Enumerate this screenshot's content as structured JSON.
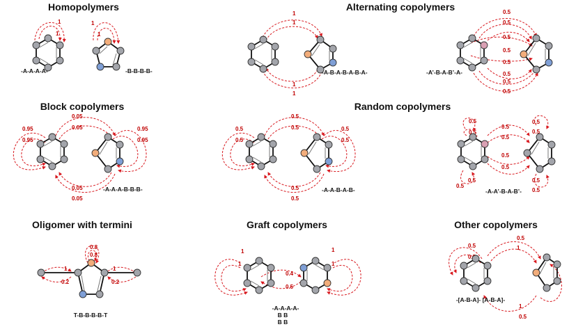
{
  "colors": {
    "atom_a": "#a3a5ab",
    "atom_b": "#f2ad7b",
    "atom_n": "#7f9fd6",
    "edge": "#d8181e",
    "edge_label": "#c00000",
    "bond": "#111111"
  },
  "panels": {
    "homopolymers": {
      "title": "Homopolymers",
      "seq_a": "-A-A-A-A-",
      "seq_b": "-B-B-B-B-",
      "w": [
        "1",
        "1",
        "1",
        "1"
      ]
    },
    "alternating": {
      "title": "Alternating copolymers",
      "seq1": "-A-B-A-B-A-B-A-",
      "seq2": "-A’-B-A-B’-A-",
      "w1": [
        "1",
        "1",
        "1",
        "1"
      ],
      "w2": [
        "0.5",
        "0.5",
        "0.5",
        "0.5",
        "0.5",
        "0.5",
        "0.5",
        "0.5"
      ]
    },
    "block": {
      "title": "Block copolymers",
      "seq": "-A-A-A-B-B-B-",
      "w": [
        "0.95",
        "0.95",
        "0.05",
        "0.05",
        "0.95",
        "0.95",
        "0.05",
        "0.05"
      ]
    },
    "random": {
      "title": "Random copolymers",
      "seq1": "-A-A-B-A-B-",
      "seq2": "-A-A’-B-A-B’-",
      "w1": [
        "0.5",
        "0.5",
        "0.5",
        "0.5",
        "0.5",
        "0.5",
        "0.5",
        "0.5"
      ],
      "w2": [
        "0.5",
        "0.5",
        "0.5",
        "0.5",
        "0.5",
        "0.5",
        "0.5",
        "0.5",
        "0.5",
        "0.5",
        "0.5",
        "0.5"
      ]
    },
    "oligomer": {
      "title": "Oligomer with termini",
      "seq": "T-B-B-B-B-T",
      "w": [
        "0.8",
        "0.8",
        "1",
        "0.2",
        "1",
        "0.2"
      ]
    },
    "graft": {
      "title": "Graft copolymers",
      "seq_line1": "-A-A-A-A-",
      "seq_line2": "B B",
      "seq_line3": "B B",
      "w": [
        "1",
        "1",
        "0.4",
        "0.5",
        "1",
        "1"
      ]
    },
    "other": {
      "title": "Other copolymers",
      "seq": "-[A-B-A]- [A-B-A]-",
      "w": [
        "0.5",
        "0.5",
        "0.5",
        "1",
        "1",
        "0.5"
      ]
    }
  }
}
